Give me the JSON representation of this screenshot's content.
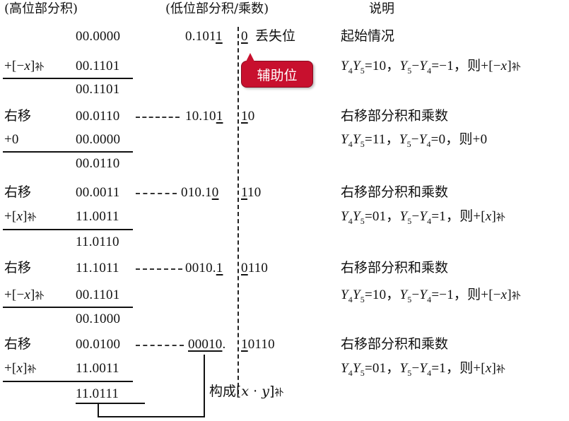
{
  "headers": {
    "high": "(高位部分积)",
    "low": "(低位部分积/乘数)",
    "note": "说明"
  },
  "callout": "辅助位",
  "lost": "丢失位",
  "result_label_prefix": "构成[x · y]",
  "result_label_sub": "补",
  "rows": [
    {
      "op": "",
      "high": "00.0000",
      "low_prefix": "0.1011",
      "low_mid": "",
      "low_suffix": "0",
      "note": "起始情况"
    },
    {
      "op": "+[−x]",
      "op_sub": "补",
      "high": "00.1101",
      "note_formula": "Y4Y5=10，Y5−Y4=−1，则+[−x]补"
    },
    {
      "high": "00.1101"
    },
    {
      "op": "右移",
      "high": "00.0110",
      "low": "10.101|10",
      "note": "右移部分积和乘数"
    },
    {
      "op": "+0",
      "high": "00.0000",
      "note_formula": "Y4Y5=11，Y5−Y4=0，则+0"
    },
    {
      "high": "00.0110"
    },
    {
      "op": "右移",
      "high": "00.0011",
      "low": "010.10|110",
      "note": "右移部分积和乘数"
    },
    {
      "op": "+[x]",
      "op_sub": "补",
      "high": "11.0011",
      "note_formula": "Y4Y5=01，Y5−Y4=1，则+[x]补"
    },
    {
      "high": "11.0110"
    },
    {
      "op": "右移",
      "high": "11.1011",
      "low": "0010.1|0110",
      "note": "右移部分积和乘数"
    },
    {
      "op": "+[−x]",
      "op_sub": "补",
      "high": "00.1101",
      "note_formula": "Y4Y5=10，Y5−Y4=−1，则+[−x]补"
    },
    {
      "high": "00.1000"
    },
    {
      "op": "右移",
      "high": "00.0100",
      "low": "00010.|10110",
      "note": "右移部分积和乘数"
    },
    {
      "op": "+[x]",
      "op_sub": "补",
      "high": "11.0011",
      "note_formula": "Y4Y5=01，Y5−Y4=1，则+[x]补"
    },
    {
      "high": "11.0111"
    }
  ],
  "text": {
    "r0_low_a": "0.101",
    "r0_low_b": "1",
    "r0_low_c": "0",
    "r3_low_a": "10.10",
    "r3_low_b": "1",
    "r3_low_c": "1",
    "r3_low_d": "0",
    "r6_low_a": "010.1",
    "r6_low_b": "0",
    "r6_low_c": "1",
    "r6_low_d": "10",
    "r9_low_a": "0010.",
    "r9_low_b": "1",
    "r9_low_c": "0",
    "r9_low_d": "110",
    "r12_low_a": "00010",
    "r12_low_b": ".",
    "r12_low_c": "1",
    "r12_low_d": "0110"
  }
}
